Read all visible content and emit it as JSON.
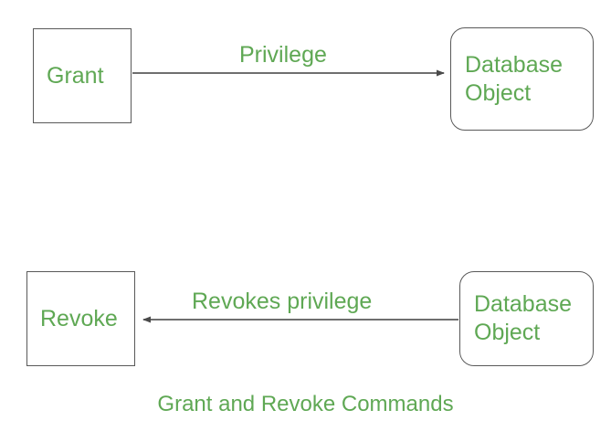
{
  "diagram": {
    "caption": "Grant and Revoke Commands",
    "accent_color": "#5FA854",
    "border_color": "#595959",
    "connector_color": "#595959",
    "background": "#ffffff",
    "rows": [
      {
        "id": "grant-row",
        "source": {
          "label": "Grant",
          "shape": "rectangle"
        },
        "edge": {
          "label": "Privilege",
          "direction": "right"
        },
        "target": {
          "label_line_1": "Database",
          "label_line_2": "Object",
          "shape": "rounded-rectangle"
        }
      },
      {
        "id": "revoke-row",
        "source": {
          "label": "Revoke",
          "shape": "rectangle"
        },
        "edge": {
          "label": "Revokes privilege",
          "direction": "left"
        },
        "target": {
          "label_line_1": "Database",
          "label_line_2": "Object",
          "shape": "rounded-rectangle"
        }
      }
    ]
  }
}
